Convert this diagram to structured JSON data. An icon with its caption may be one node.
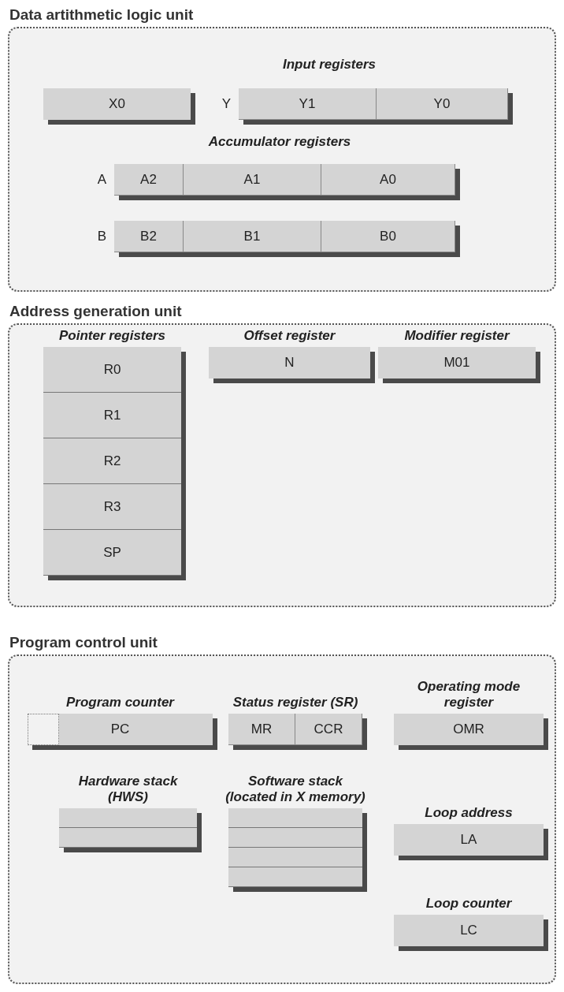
{
  "diagram": {
    "nodes": [
      {
        "text": [
          "Data artithmetic logic unit"
        ]
      },
      {
        "text": [
          "X0"
        ],
        "in": 0
      },
      {
        "text": [],
        "shape": "bar",
        "beside": [
          "Y"
        ],
        "in": 0
      },
      {
        "text": [
          "Y1"
        ],
        "in": 2
      },
      {
        "text": [
          "Y0"
        ],
        "in": 2
      },
      {
        "text": [],
        "shape": "bar",
        "beside": [
          "A"
        ],
        "in": 0
      },
      {
        "text": [
          "A2"
        ],
        "in": 5
      },
      {
        "text": [
          "A1"
        ],
        "in": 5
      },
      {
        "text": [
          "A0"
        ],
        "in": 5
      },
      {
        "text": [],
        "shape": "bar",
        "beside": [
          "B"
        ],
        "in": 0
      },
      {
        "text": [
          "B2"
        ],
        "in": 9
      },
      {
        "text": [
          "B1"
        ],
        "in": 9
      },
      {
        "text": [
          "B0"
        ],
        "in": 9
      },
      {
        "text": [
          "Address generation unit"
        ]
      },
      {
        "text": [],
        "shape": "bar",
        "beside": [
          "Pointer registers"
        ],
        "in": 13
      },
      {
        "text": [
          "R0"
        ],
        "in": 14
      },
      {
        "text": [
          "R1"
        ],
        "in": 14
      },
      {
        "text": [
          "R2"
        ],
        "in": 14
      },
      {
        "text": [
          "R3"
        ],
        "in": 14
      },
      {
        "text": [
          "SP"
        ],
        "in": 14
      },
      {
        "text": [
          "N"
        ],
        "beside": [
          "Offset register"
        ],
        "in": 13
      },
      {
        "text": [
          "M01"
        ],
        "beside": [
          "Modifier register"
        ],
        "in": 13
      },
      {
        "text": [
          "Program control unit"
        ]
      },
      {
        "text": [
          "PC"
        ],
        "beside": [
          "Program counter"
        ],
        "in": 22
      },
      {
        "text": [],
        "shape": "box",
        "in": 23
      },
      {
        "text": [],
        "shape": "bar",
        "beside": [
          "Status register (SR)"
        ],
        "in": 22
      },
      {
        "text": [
          "MR"
        ],
        "in": 25
      },
      {
        "text": [
          "CCR"
        ],
        "in": 25
      },
      {
        "text": [
          "OMR"
        ],
        "beside": [
          "Operating mode register"
        ],
        "in": 22
      },
      {
        "text": [],
        "shape": "bar",
        "beside": [
          "Hardware stack (HWS)"
        ],
        "in": 22
      },
      {
        "text": [],
        "shape": "box",
        "in": 29
      },
      {
        "text": [],
        "shape": "box",
        "in": 29
      },
      {
        "text": [],
        "shape": "bar",
        "beside": [
          "Software stack (located in X memory)"
        ],
        "in": 22
      },
      {
        "text": [],
        "shape": "box",
        "in": 32
      },
      {
        "text": [],
        "shape": "box",
        "in": 32
      },
      {
        "text": [],
        "shape": "box",
        "in": 32
      },
      {
        "text": [],
        "shape": "box",
        "in": 32
      },
      {
        "text": [
          "LA"
        ],
        "beside": [
          "Loop address"
        ],
        "in": 22
      },
      {
        "text": [
          "LC"
        ],
        "beside": [
          "Loop counter"
        ],
        "in": 22
      }
    ],
    "labels": [
      "Input registers",
      "Accumulator registers"
    ]
  }
}
